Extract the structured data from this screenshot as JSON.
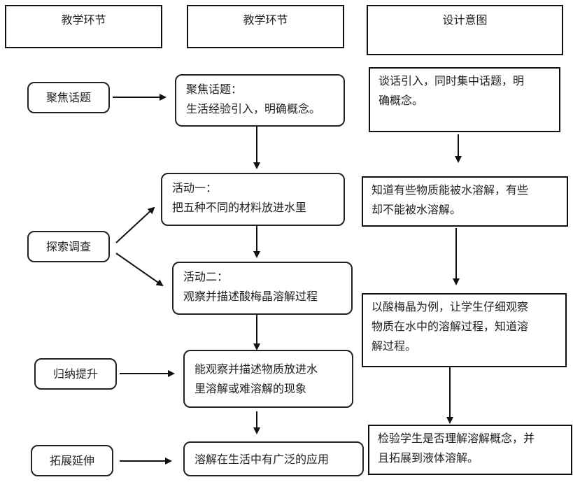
{
  "headers": {
    "col1": "教学环节",
    "col2": "教学环节",
    "col3": "设计意图"
  },
  "stages": [
    {
      "label": "聚焦话题"
    },
    {
      "label": "探索调查"
    },
    {
      "label": "归纳提升"
    },
    {
      "label": "拓展延伸"
    }
  ],
  "processes": [
    {
      "lines": [
        "聚焦话题：",
        "生活经验引入，明确概念。"
      ]
    },
    {
      "lines": [
        "活动一：",
        "把五种不同的材料放进水里"
      ]
    },
    {
      "lines": [
        "活动二：",
        "观察并描述酸梅晶溶解过程"
      ]
    },
    {
      "lines": [
        "能观察并描述物质放进水",
        "里溶解或难溶解的现象"
      ]
    },
    {
      "lines": [
        "溶解在生活中有广泛的应用"
      ]
    }
  ],
  "intents": [
    {
      "lines": [
        "谈话引入，同时集中话题，明",
        "确概念。"
      ]
    },
    {
      "lines": [
        "知道有些物质能被水溶解，有些",
        "却不能被水溶解。"
      ]
    },
    {
      "lines": [
        "以酸梅晶为例，让学生仔细观察",
        "物质在水中的溶解过程，知道溶",
        "解过程。"
      ]
    },
    {
      "lines": [
        "检验学生是否理解溶解概念，并",
        "且拓展到液体溶解。"
      ]
    }
  ]
}
